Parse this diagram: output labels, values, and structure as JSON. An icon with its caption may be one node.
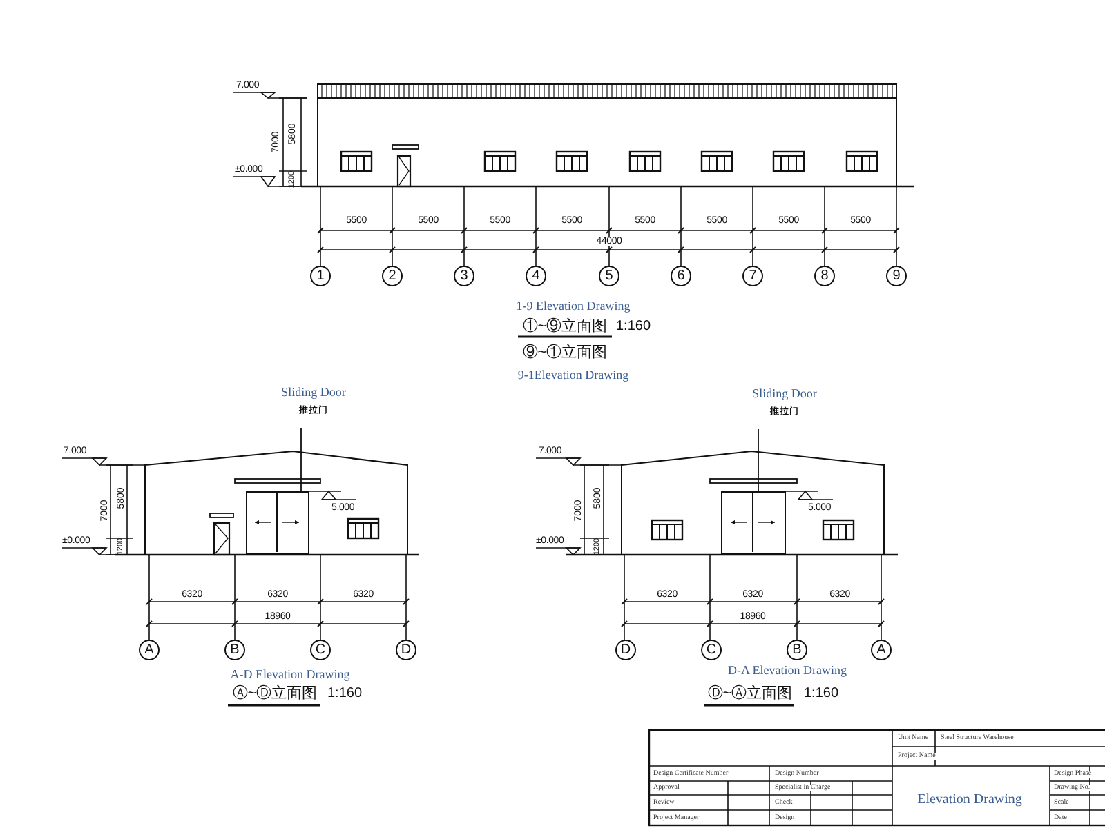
{
  "diagram": {
    "nodes": [
      {
        "text": [
          "Sliding Door",
          "推拉门"
        ]
      },
      {
        "text": [],
        "shape": "box"
      },
      {
        "text": [
          "Sliding Door",
          "推拉门"
        ]
      },
      {
        "text": [],
        "shape": "box"
      }
    ],
    "edges": [
      {
        "from": 0,
        "to": 1,
        "arrow": "none"
      },
      {
        "from": 2,
        "to": 3,
        "arrow": "none"
      }
    ],
    "labels": [
      "7.000",
      "7000",
      "5800",
      "±0.000",
      "1200",
      "5500",
      "5500",
      "5500",
      "5500",
      "5500",
      "5500",
      "5500",
      "5500",
      "44000",
      "1",
      "2",
      "3",
      "4",
      "5",
      "6",
      "7",
      "8",
      "9",
      "1-9 Elevation Drawing",
      "①~⑨立面图",
      "1:160",
      "⑨~①立面图",
      "9-1Elevation Drawing",
      "7.000",
      "7000",
      "5800",
      "±0.000",
      "1200",
      "5.000",
      "6320",
      "6320",
      "6320",
      "18960",
      "A",
      "B",
      "C",
      "D",
      "A-D Elevation Drawing",
      "Ⓐ~Ⓓ立面图",
      "1:160",
      "7.000",
      "7000",
      "5800",
      "±0.000",
      "1200",
      "5.000",
      "6320",
      "6320",
      "6320",
      "18960",
      "D",
      "C",
      "B",
      "A",
      "D-A Elevation Drawing",
      "Ⓓ~Ⓐ立面图",
      "1:160",
      "Unit Name",
      "Steel Structure Warehouse",
      "Project Name",
      "Design Certificate Number",
      "Design Number",
      "Design Phase",
      "Approval",
      "Specialist in Charge",
      "Drawing No.",
      "Elevation Drawing",
      "Review",
      "Check",
      "Scale",
      "Project Manager",
      "Design",
      "Date"
    ]
  }
}
